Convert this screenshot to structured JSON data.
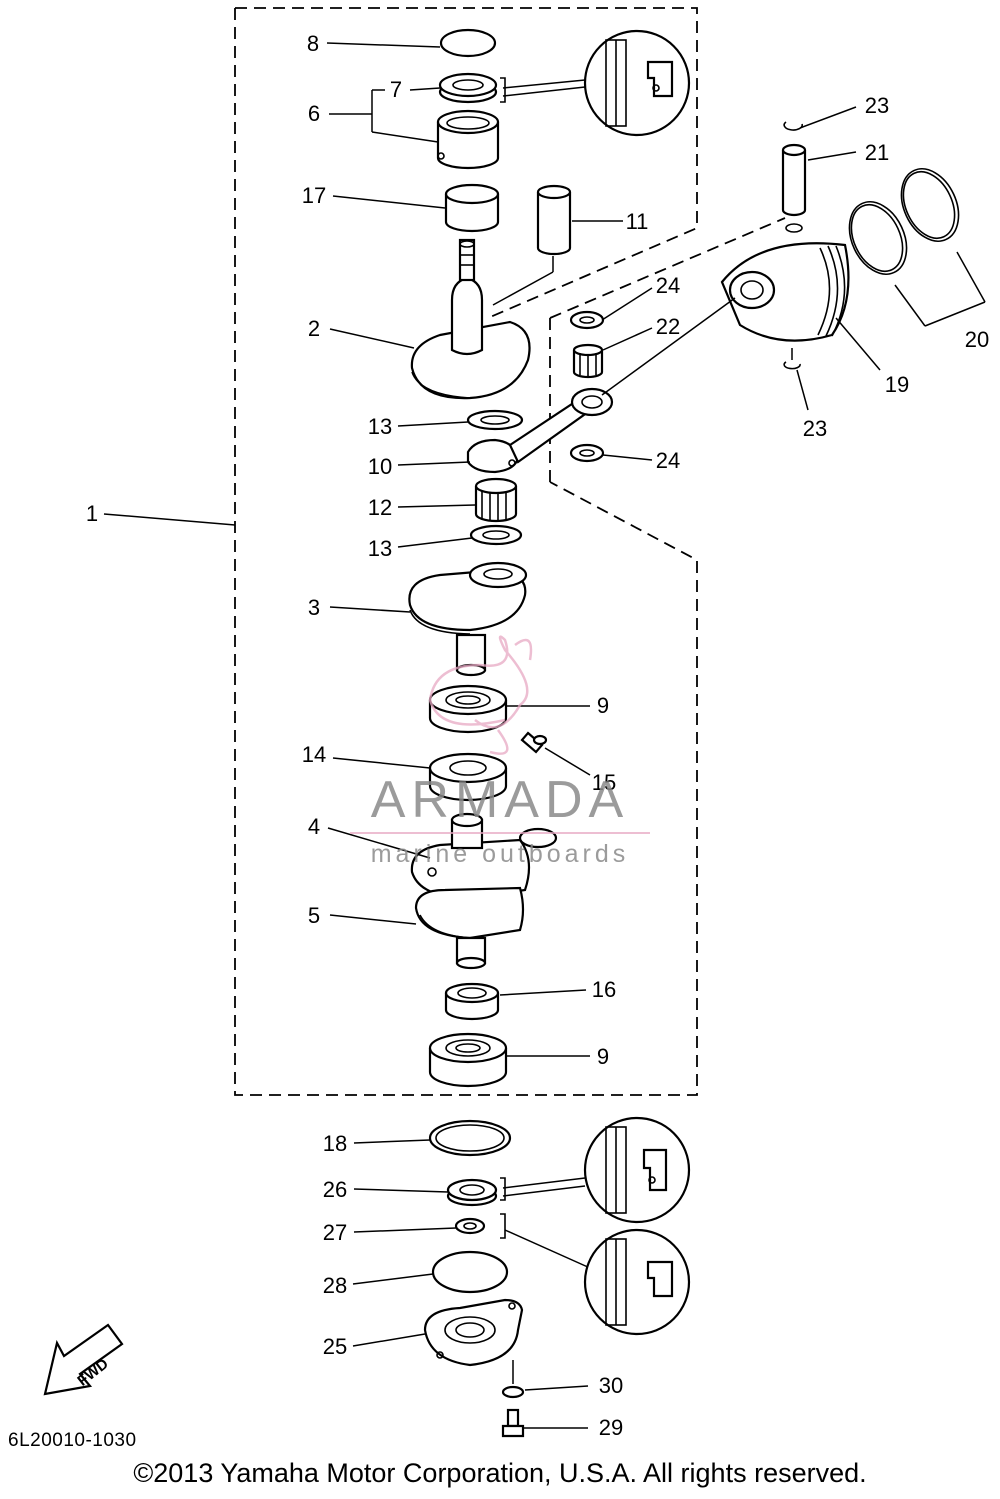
{
  "callouts": {
    "c1": "1",
    "c2": "2",
    "c3": "3",
    "c4": "4",
    "c5": "5",
    "c6": "6",
    "c7": "7",
    "c8": "8",
    "c9a": "9",
    "c9b": "9",
    "c10": "10",
    "c11": "11",
    "c12": "12",
    "c13a": "13",
    "c13b": "13",
    "c14": "14",
    "c15": "15",
    "c16": "16",
    "c17": "17",
    "c18": "18",
    "c19": "19",
    "c20": "20",
    "c21": "21",
    "c22": "22",
    "c23a": "23",
    "c23b": "23",
    "c24a": "24",
    "c24b": "24",
    "c25": "25",
    "c26": "26",
    "c27": "27",
    "c28": "28",
    "c29": "29",
    "c30": "30"
  },
  "fwd_label": "FWD",
  "diagram_code": "6L20010-1030",
  "copyright": "©2013 Yamaha Motor Corporation, U.S.A. All rights reserved.",
  "watermark": {
    "brand": "ARMADA",
    "tagline": "marine outboards",
    "color": "#e8a9c4"
  },
  "icons": {
    "seal_detail_top": "seal-grease-detail-icon",
    "seal_detail_mid": "seal-grease-detail-icon",
    "seal_detail_bottom": "seal-grease-detail-icon",
    "fwd_arrow": "fwd-arrow-icon"
  }
}
